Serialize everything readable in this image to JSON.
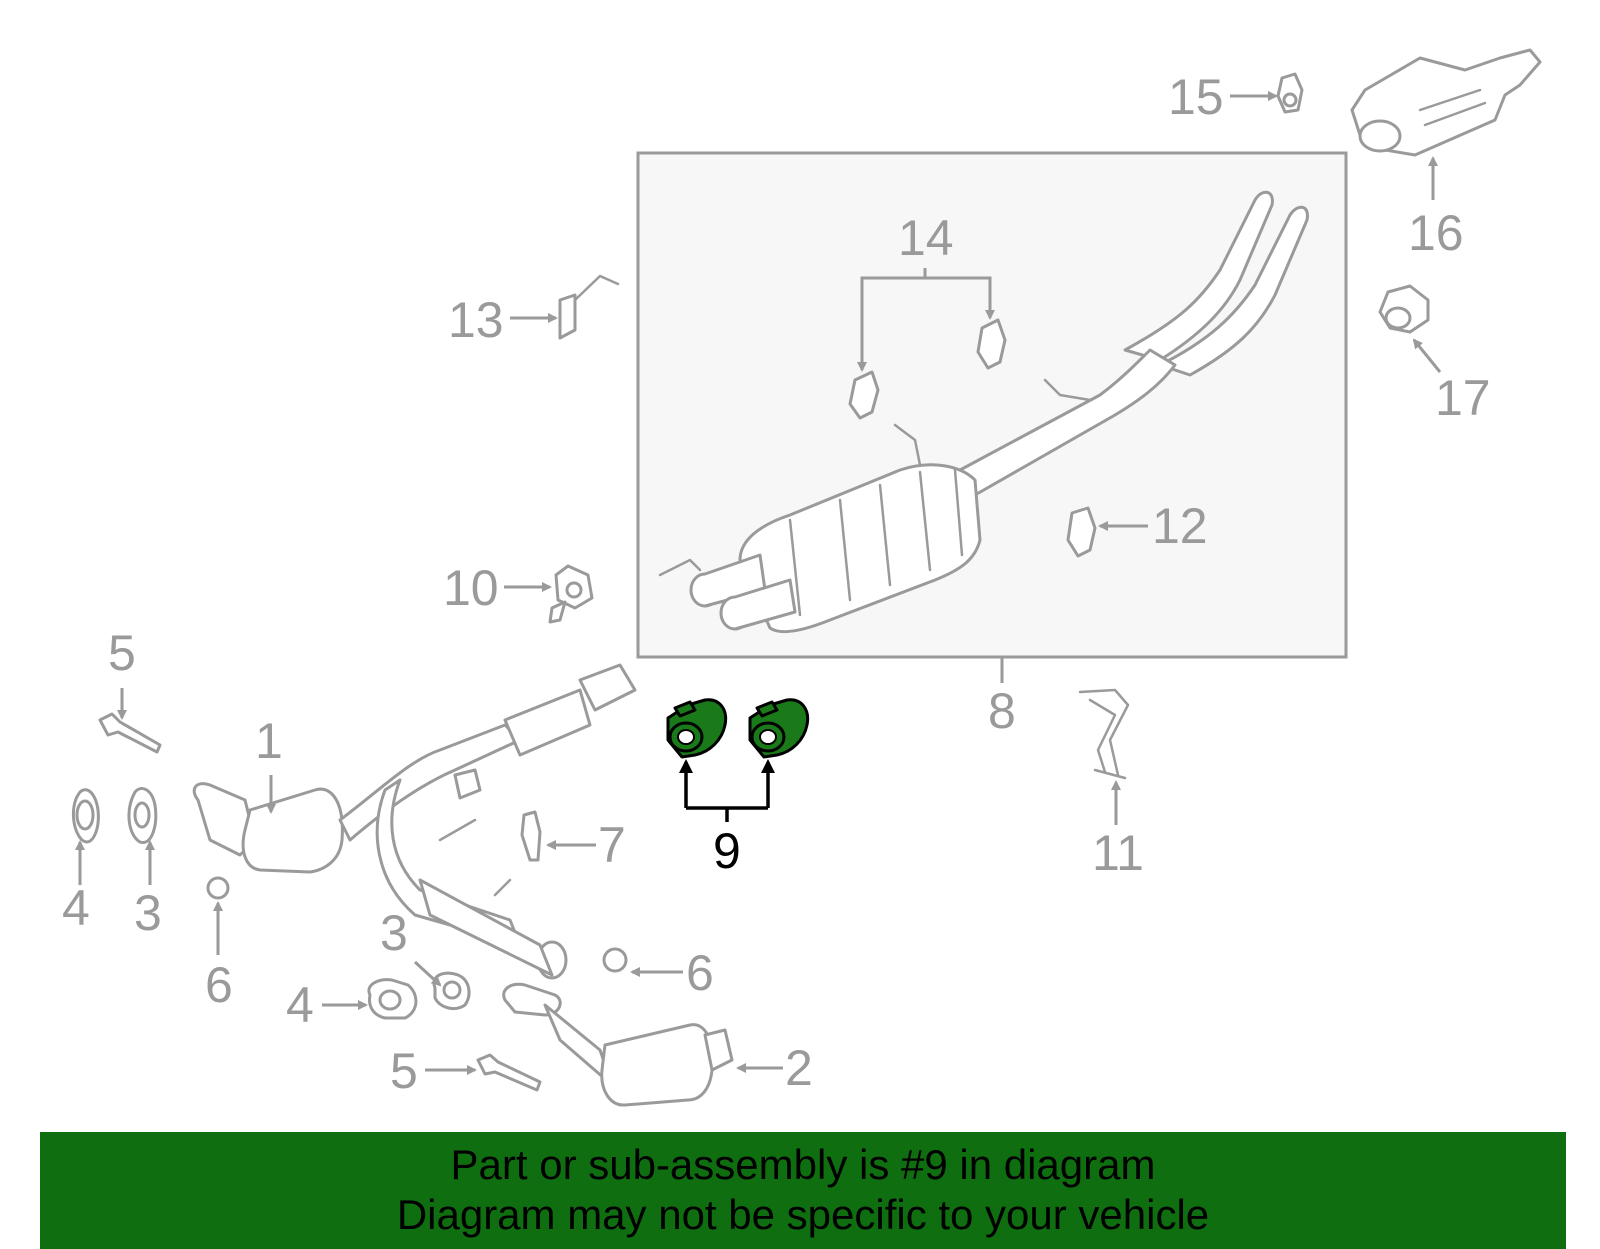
{
  "diagram": {
    "callouts": {
      "c1": "1",
      "c2": "2",
      "c3a": "3",
      "c3b": "3",
      "c4a": "4",
      "c4b": "4",
      "c5a": "5",
      "c5b": "5",
      "c6a": "6",
      "c6b": "6",
      "c7": "7",
      "c8": "8",
      "c9": "9",
      "c10": "10",
      "c11": "11",
      "c12": "12",
      "c13": "13",
      "c14": "14",
      "c15": "15",
      "c16": "16",
      "c17": "17"
    },
    "highlighted_part": "9",
    "colors": {
      "part_gray": "#9a9a9a",
      "highlight_green": "#1a7a1a",
      "banner_green": "#0f6e0f",
      "inset_bg": "#f7f7f7"
    }
  },
  "banner": {
    "line1": "Part or sub-assembly is #9 in diagram",
    "line2": "Diagram may not be specific to your vehicle"
  }
}
